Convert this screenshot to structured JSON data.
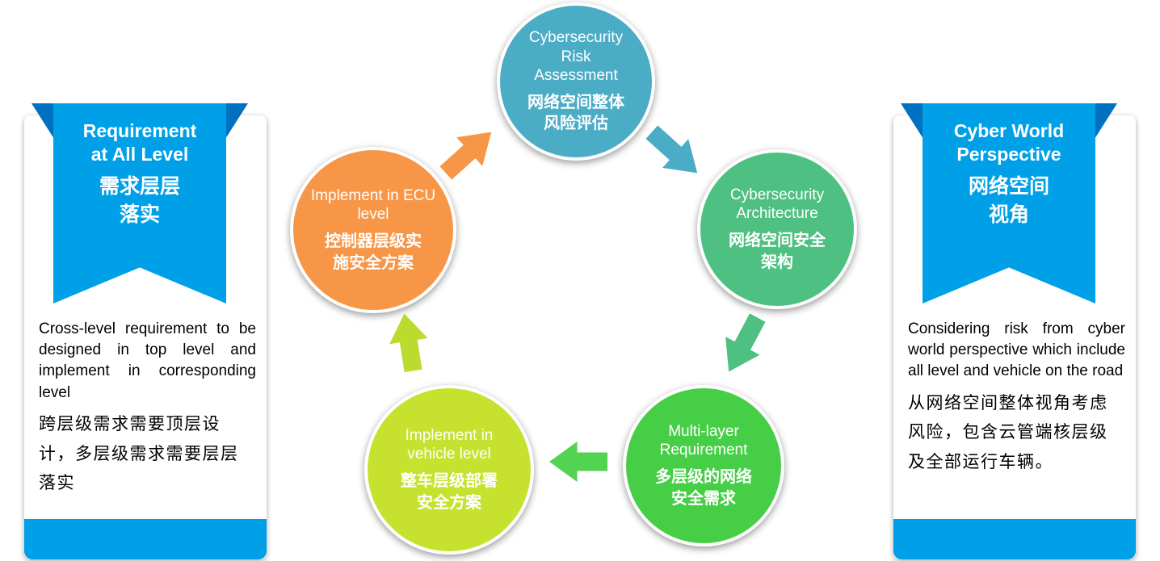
{
  "left_banner": {
    "title_en_line1": "Requirement",
    "title_en_line2": "at All Level",
    "title_zh_line1": "需求层层",
    "title_zh_line2": "落实",
    "body_en": "Cross-level requirement to be designed in top level and implement in corresponding level",
    "body_zh": "跨层级需求需要顶层设计，多层级需求需要层层落实"
  },
  "right_banner": {
    "title_en_line1": "Cyber World",
    "title_en_line2": "Perspective",
    "title_zh_line1": "网络空间",
    "title_zh_line2": "视角",
    "body_en": "Considering risk from cyber world perspective which include all level and vehicle on the road",
    "body_zh": "从网络空间整体视角考虑风险，包含云管端核层级及全部运行车辆。"
  },
  "cycle": {
    "nodes": {
      "risk_assessment": {
        "label_en": "Cybersecurity Risk Assessment",
        "label_zh": "网络空间整体风险评估",
        "color": "#4BACC6"
      },
      "architecture": {
        "label_en": "Cybersecurity Architecture",
        "label_zh": "网络空间安全架构",
        "color": "#4EC081"
      },
      "multi_layer": {
        "label_en": "Multi-layer Requirement",
        "label_zh": "多层级的网络安全需求",
        "color": "#47CE47"
      },
      "vehicle_level": {
        "label_en": "Implement in vehicle level",
        "label_zh": "整车层级部署安全方案",
        "color": "#C6E22E"
      },
      "ecu_level": {
        "label_en": "Implement in ECU level",
        "label_zh": "控制器层级实施安全方案",
        "color": "#F79646"
      }
    },
    "arrows": {
      "ecu_to_risk": {
        "color": "#F79646",
        "direction": "up-right"
      },
      "risk_to_architecture": {
        "color": "#4BACC6",
        "direction": "down-right"
      },
      "architecture_to_multi_layer": {
        "color": "#4EC081",
        "direction": "down-left"
      },
      "multi_layer_to_vehicle": {
        "color": "#52D352",
        "direction": "left"
      },
      "vehicle_to_ecu": {
        "color": "#BBDC2F",
        "direction": "up"
      }
    }
  },
  "colors": {
    "ribbon": "#00A0E9",
    "ribbon_fold": "#0070C0",
    "footer_bar": "#00A0E9",
    "card_background": "#FFFFFF",
    "body_text": "#000000",
    "circle_text": "#FFFFFF"
  }
}
